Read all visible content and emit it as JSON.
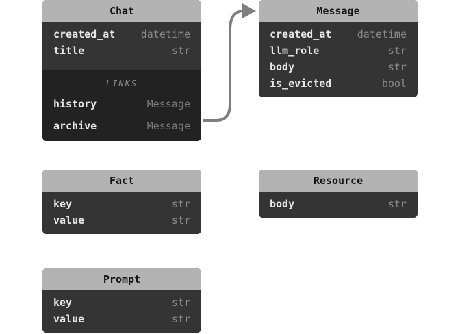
{
  "entities": {
    "chat": {
      "title": "Chat",
      "fields": [
        {
          "name": "created_at",
          "type": "datetime"
        },
        {
          "name": "title",
          "type": "str"
        }
      ],
      "links_title": "LINKS",
      "links": [
        {
          "name": "history",
          "target": "Message"
        },
        {
          "name": "archive",
          "target": "Message"
        }
      ]
    },
    "message": {
      "title": "Message",
      "fields": [
        {
          "name": "created_at",
          "type": "datetime"
        },
        {
          "name": "llm_role",
          "type": "str"
        },
        {
          "name": "body",
          "type": "str"
        },
        {
          "name": "is_evicted",
          "type": "bool"
        }
      ]
    },
    "fact": {
      "title": "Fact",
      "fields": [
        {
          "name": "key",
          "type": "str"
        },
        {
          "name": "value",
          "type": "str"
        }
      ]
    },
    "resource": {
      "title": "Resource",
      "fields": [
        {
          "name": "body",
          "type": "str"
        }
      ]
    },
    "prompt": {
      "title": "Prompt",
      "fields": [
        {
          "name": "key",
          "type": "str"
        },
        {
          "name": "value",
          "type": "str"
        }
      ]
    }
  },
  "colors": {
    "header_bg": "#b3b3b3",
    "body_bg": "#343434",
    "links_bg": "#222222",
    "arrow": "#7f7f7f"
  }
}
